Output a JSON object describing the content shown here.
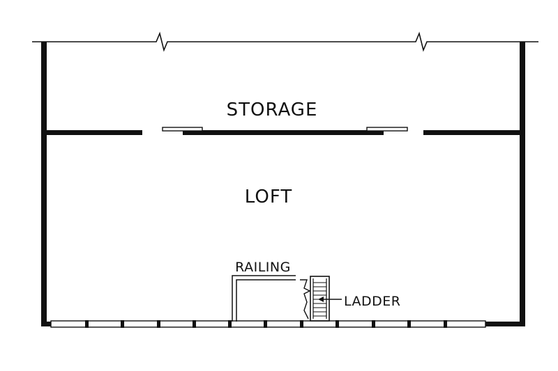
{
  "rooms": {
    "storage": "STORAGE",
    "loft": "LOFT"
  },
  "annotations": {
    "railing": "RAILING",
    "ladder": "LADDER"
  },
  "colors": {
    "ink": "#111111",
    "paper": "#ffffff"
  }
}
